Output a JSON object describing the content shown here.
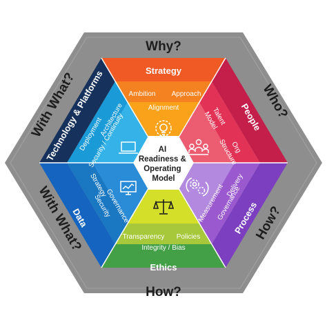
{
  "outer_labels": {
    "top": "Why?",
    "upper_right": "Who?",
    "lower_right": "How?",
    "bottom": "How?",
    "lower_left": "With What?",
    "upper_left": "With What?"
  },
  "center": {
    "line1": "AI",
    "line2": "Readiness &",
    "line3": "Operating",
    "line4": "Model"
  },
  "segments": {
    "strategy": {
      "title": "Strategy",
      "items": [
        "Ambition",
        "Approach",
        "Alignment"
      ],
      "icon": "lightbulb-gear-icon",
      "color": "#f07c1b",
      "band_color": "#f05a24"
    },
    "people": {
      "title": "People",
      "items": [
        "Talent",
        "Model",
        "Org",
        "Structure"
      ],
      "icon": "people-network-icon",
      "color": "#e8294a",
      "band_color": "#c41e4a"
    },
    "process": {
      "title": "Process",
      "items": [
        "Delivery",
        "Measurement",
        "Governance"
      ],
      "icon": "process-gears-icon",
      "color": "#9b59d0",
      "band_color": "#7b3fbf"
    },
    "ethics": {
      "title": "Ethics",
      "items": [
        "Transparency",
        "Policies",
        "Integrity / Bias"
      ],
      "icon": "balance-scale-icon",
      "color": "#c8d400",
      "band_color": "#43a047"
    },
    "data": {
      "title": "Data",
      "items": [
        "Strategy",
        "Security",
        "Governance"
      ],
      "icon": "analytics-monitor-icon",
      "color": "#1a78c2",
      "band_color": "#1565c0"
    },
    "technology": {
      "title": "Technology & Platforms",
      "items": [
        "Architecture",
        "Deployment",
        "Security / Continuity"
      ],
      "icon": "laptop-icon",
      "color": "#1a9bd8",
      "band_color": "#16325c"
    }
  }
}
